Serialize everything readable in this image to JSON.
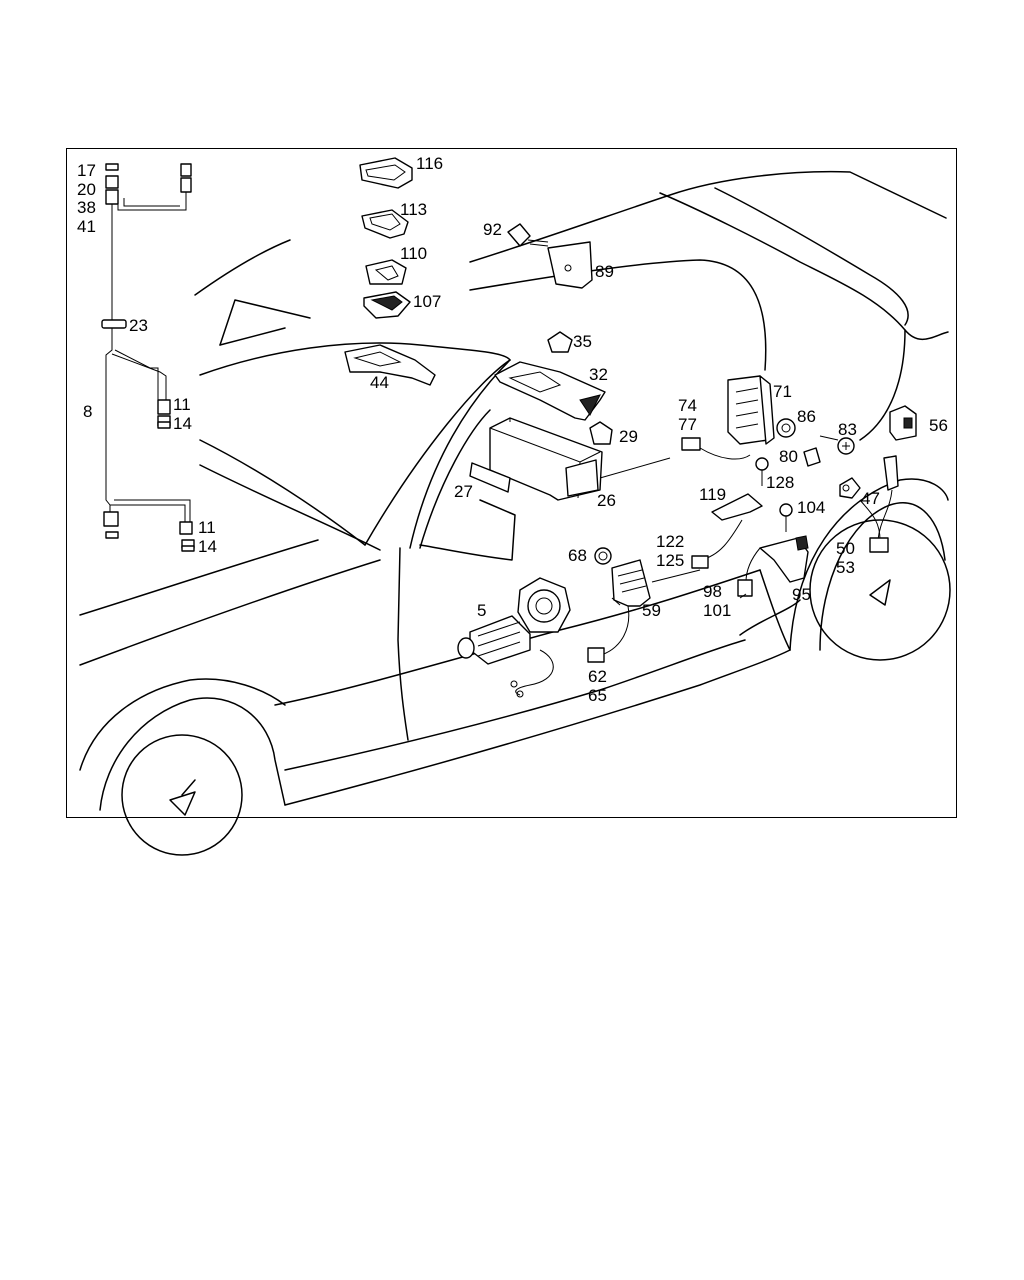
{
  "labels": {
    "l17": "17",
    "l20": "20",
    "l38": "38",
    "l41": "41",
    "l23": "23",
    "l8": "8",
    "l11a": "11",
    "l14a": "14",
    "l11b": "11",
    "l14b": "14",
    "l116": "116",
    "l113": "113",
    "l110": "110",
    "l107": "107",
    "l44": "44",
    "l92": "92",
    "l89": "89",
    "l35": "35",
    "l32": "32",
    "l29": "29",
    "l27": "27",
    "l26": "26",
    "l74": "74",
    "l77": "77",
    "l71": "71",
    "l86": "86",
    "l83": "83",
    "l80": "80",
    "l56": "56",
    "l128": "128",
    "l119": "119",
    "l104": "104",
    "l47": "47",
    "l50": "50",
    "l53": "53",
    "l122": "122",
    "l125": "125",
    "l68": "68",
    "l5": "5",
    "l59": "59",
    "l98": "98",
    "l101": "101",
    "l95": "95",
    "l62": "62",
    "l65": "65"
  },
  "colors": {
    "stroke": "#000000",
    "background": "#ffffff"
  }
}
